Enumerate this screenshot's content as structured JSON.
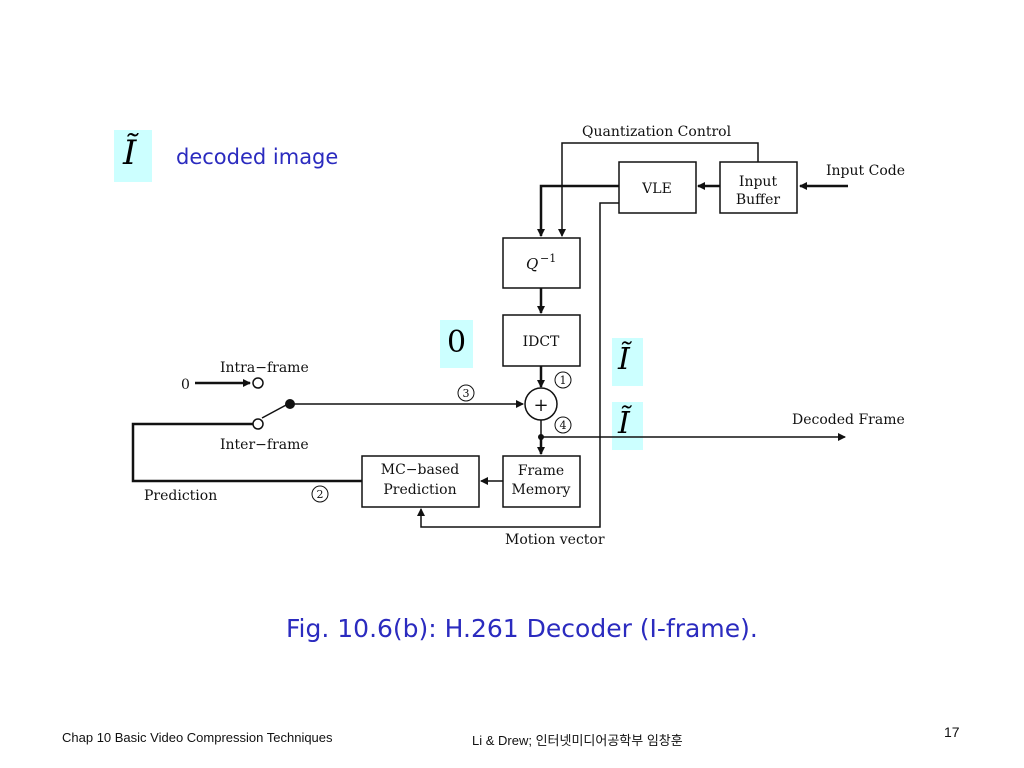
{
  "legend": {
    "symbol": "Ĩ",
    "text": "decoded image"
  },
  "diagram": {
    "labels": {
      "quantization_control": "Quantization Control",
      "input_code": "Input Code",
      "intra_frame": "Intra−frame",
      "inter_frame": "Inter−frame",
      "zero_input": "0",
      "prediction": "Prediction",
      "decoded_frame": "Decoded Frame",
      "motion_vector": "Motion vector"
    },
    "blocks": {
      "vle": "VLE",
      "input_buffer_1": "Input",
      "input_buffer_2": "Buffer",
      "q_inverse": "Q",
      "q_inverse_exp": "−1",
      "idct": "IDCT",
      "mc_1": "MC−based",
      "mc_2": "Prediction",
      "frame_memory_1": "Frame",
      "frame_memory_2": "Memory",
      "adder": "+"
    },
    "markers": {
      "m1": "1",
      "m2": "2",
      "m3": "3",
      "m4": "4"
    },
    "annotations": {
      "zero": "0",
      "i_tilde_1": "Ĩ",
      "i_tilde_2": "Ĩ"
    }
  },
  "caption": "Fig. 10.6(b): H.261 Decoder (I-frame).",
  "footer": {
    "left": "Chap 10  Basic Video Compression Techniques",
    "center": "Li & Drew; 인터넷미디어공학부 임창훈",
    "page": "17"
  },
  "colors": {
    "highlight": "#ccffff",
    "caption_blue": "#2b2bbf"
  }
}
